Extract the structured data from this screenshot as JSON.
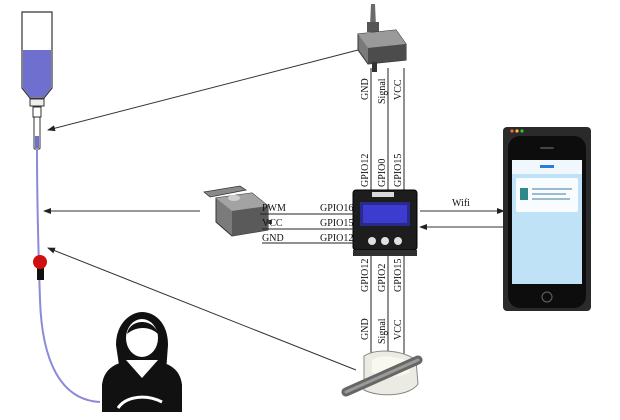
{
  "sensor_top": {
    "pins": [
      "GND",
      "Signal",
      "VCC"
    ]
  },
  "board_top_pins": [
    "GPIO12",
    "GPIO0",
    "GPIO15"
  ],
  "board_bottom_pins": [
    "GPIO12",
    "GPIO2",
    "GPIO15"
  ],
  "sensor_bottom": {
    "pins": [
      "GND",
      "Signal",
      "VCC"
    ]
  },
  "servo": {
    "pins": [
      "PWM",
      "VCC",
      "GND"
    ],
    "gpio": [
      "GPIO16",
      "GPIO15",
      "GPIO12"
    ]
  },
  "link": {
    "label": "Wifi"
  },
  "colors": {
    "iv_fluid": "#6f6fd0",
    "iv_tube": "#8a8ad8",
    "clamp": "#d01010",
    "oled": "#3c3cd0",
    "phone_screen": "#bfe2f7",
    "phone_app_header": "#2b7bd8"
  }
}
